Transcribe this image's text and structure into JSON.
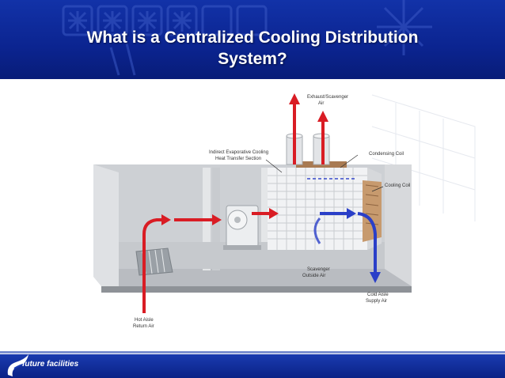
{
  "slide": {
    "title_line1": "What is a Centralized Cooling Distribution",
    "title_line2": "System?"
  },
  "diagram": {
    "labels": {
      "exhaust_line1": "Exhaust/Scavenger",
      "exhaust_line2": "Air",
      "indirect_line1": "Indirect Evaporative Cooling",
      "indirect_line2": "Heat Transfer Section",
      "condensing": "Condensing Coil",
      "cooling": "Cooling Coil",
      "scavenger_line1": "Scavenger",
      "scavenger_line2": "Outside Air",
      "cold_line1": "Cold Aisle",
      "cold_line2": "Supply Air",
      "hot_line1": "Hot Aisle",
      "hot_line2": "Return Air"
    },
    "colors": {
      "hot_arrow": "#d91c24",
      "cold_arrow": "#2a3fc8"
    }
  },
  "footer": {
    "brand": "future facilities"
  }
}
